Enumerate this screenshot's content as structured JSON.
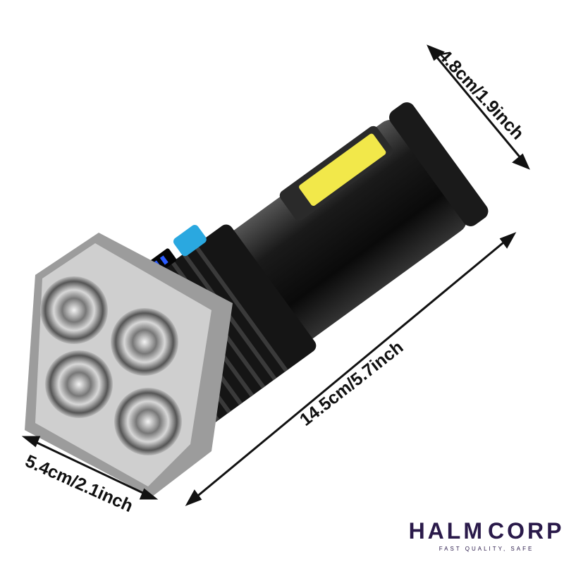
{
  "dimensions": {
    "diameter_tail": "4.8cm/1.9inch",
    "length": "14.5cm/5.7inch",
    "head_width": "5.4cm/2.1inch"
  },
  "logo": {
    "part1": "HALM",
    "part2": "CORP",
    "tagline": "FAST QUALITY, SAFE",
    "color": "#2a1a4a"
  },
  "colors": {
    "body": "#111111",
    "cob_light": "#f2e84a",
    "button": "#2aa8e0",
    "battery_indicator": "#2b5cff",
    "head_frame": "#c8c8c8"
  }
}
